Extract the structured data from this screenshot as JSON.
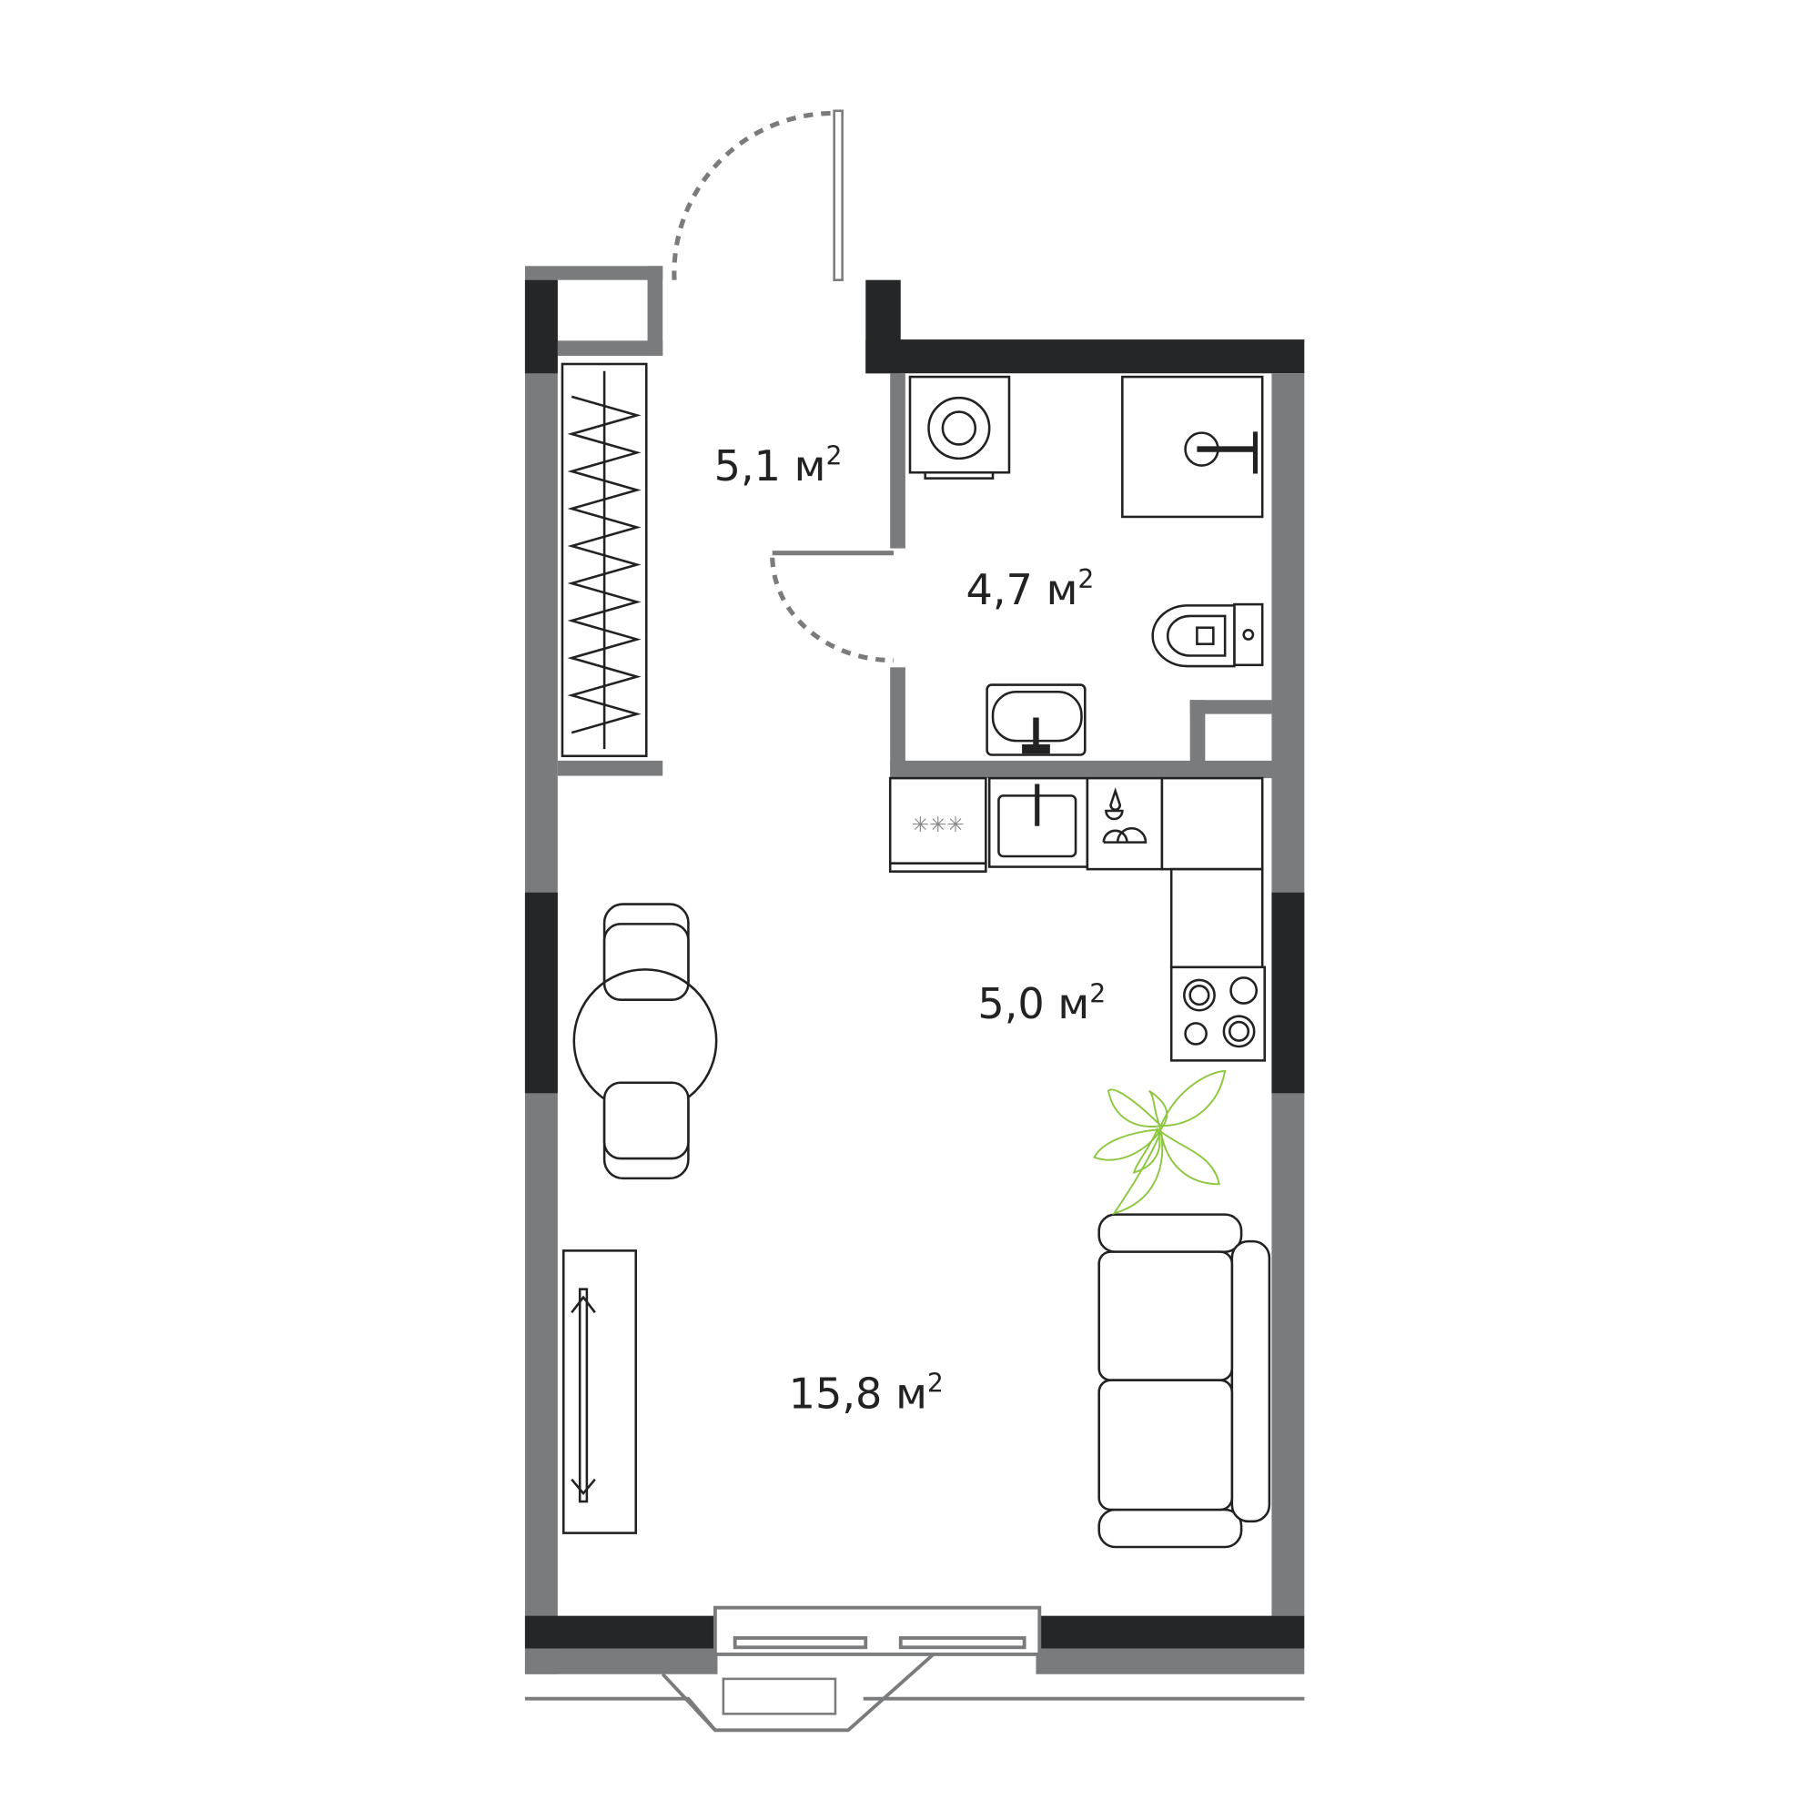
{
  "plan": {
    "rooms": [
      {
        "id": "hallway",
        "area": "5,1",
        "unit": "м",
        "exp": "2"
      },
      {
        "id": "bathroom",
        "area": "4,7",
        "unit": "м",
        "exp": "2"
      },
      {
        "id": "kitchen",
        "area": "5,0",
        "unit": "м",
        "exp": "2"
      },
      {
        "id": "living-room",
        "area": "15,8",
        "unit": "м",
        "exp": "2"
      }
    ],
    "colors": {
      "wall_outer": "#252627",
      "wall_inner": "#7a7b7c",
      "plant": "#8dc63f",
      "lines": "#222222"
    }
  }
}
